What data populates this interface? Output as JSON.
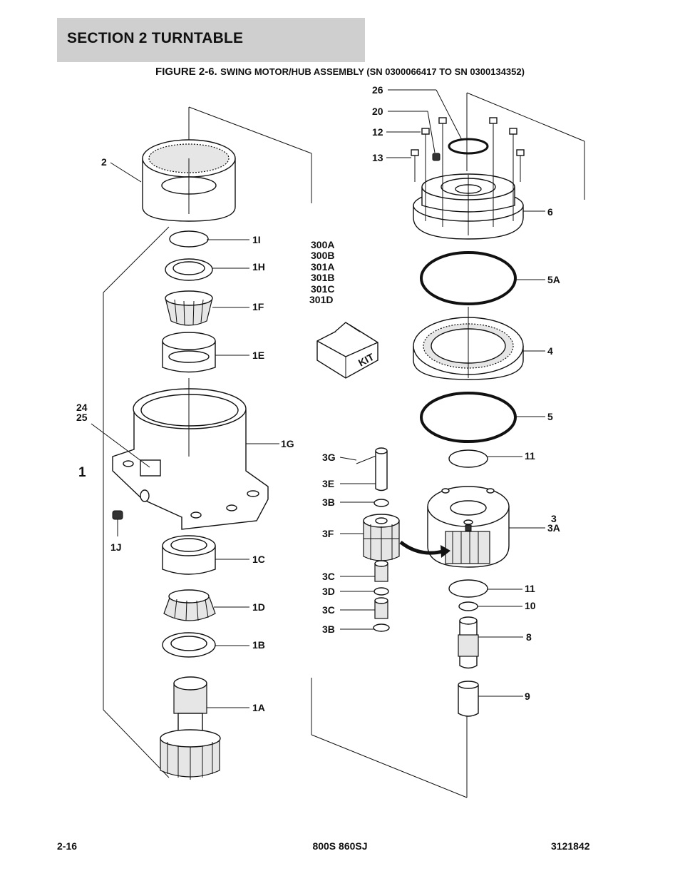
{
  "header": {
    "section_title": "SECTION 2   TURNTABLE"
  },
  "figure": {
    "title_lead": "FIGURE 2-6.",
    "title_rest": "SWING MOTOR/HUB ASSEMBLY (SN 0300066417 TO SN 0300134352)"
  },
  "callouts": {
    "c26": "26",
    "c20": "20",
    "c12": "12",
    "c13": "13",
    "c2": "2",
    "c1I": "1I",
    "c1H": "1H",
    "c1F": "1F",
    "c1E": "1E",
    "kit1": "300A",
    "kit2": "300B",
    "kit3": "301A",
    "kit4": "301B",
    "kit5": "301C",
    "kit6": "301D",
    "kit_box": "KIT",
    "c6": "6",
    "c5A": "5A",
    "c4": "4",
    "c5": "5",
    "c11a": "11",
    "c24": "24",
    "c25": "25",
    "c1": "1",
    "c1G": "1G",
    "c3G": "3G",
    "c3E": "3E",
    "c3B1": "3B",
    "c3F": "3F",
    "c3": "3",
    "c3A": "3A",
    "c1J": "1J",
    "c1C": "1C",
    "c3C1": "3C",
    "c3D": "3D",
    "c3C2": "3C",
    "c3B2": "3B",
    "c11b": "11",
    "c10": "10",
    "c1D": "1D",
    "c8": "8",
    "c1B": "1B",
    "c1A": "1A",
    "c9": "9"
  },
  "footer": {
    "page": "2-16",
    "model": "800S 860SJ",
    "doc_number": "3121842"
  }
}
